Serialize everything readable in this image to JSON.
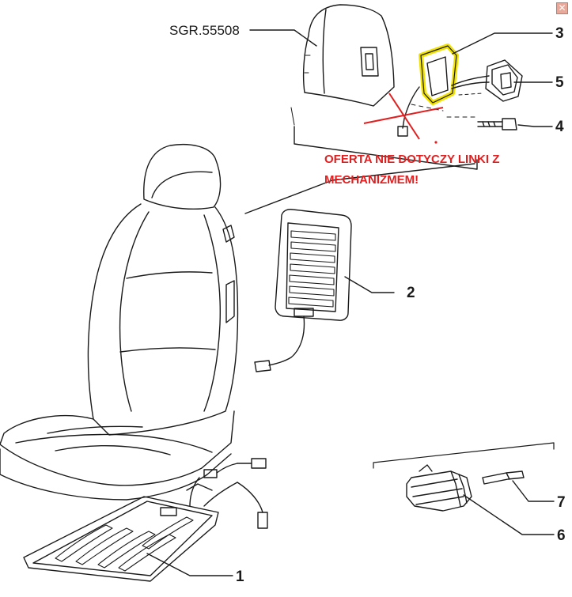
{
  "diagram": {
    "reference_code": "SGR.55508",
    "notice_line1": "OFERTA NIE DOTYCZY LINKI Z",
    "notice_line2": "MECHANIZMEM!",
    "callouts": [
      "3",
      "5",
      "4",
      "2",
      "7",
      "6",
      "1"
    ]
  },
  "colors": {
    "line": "#1a1a1a",
    "highlight": "#f2e200",
    "notice": "#e02020",
    "close_button": "#e9a99a"
  },
  "icons": {
    "close": "close-icon"
  }
}
